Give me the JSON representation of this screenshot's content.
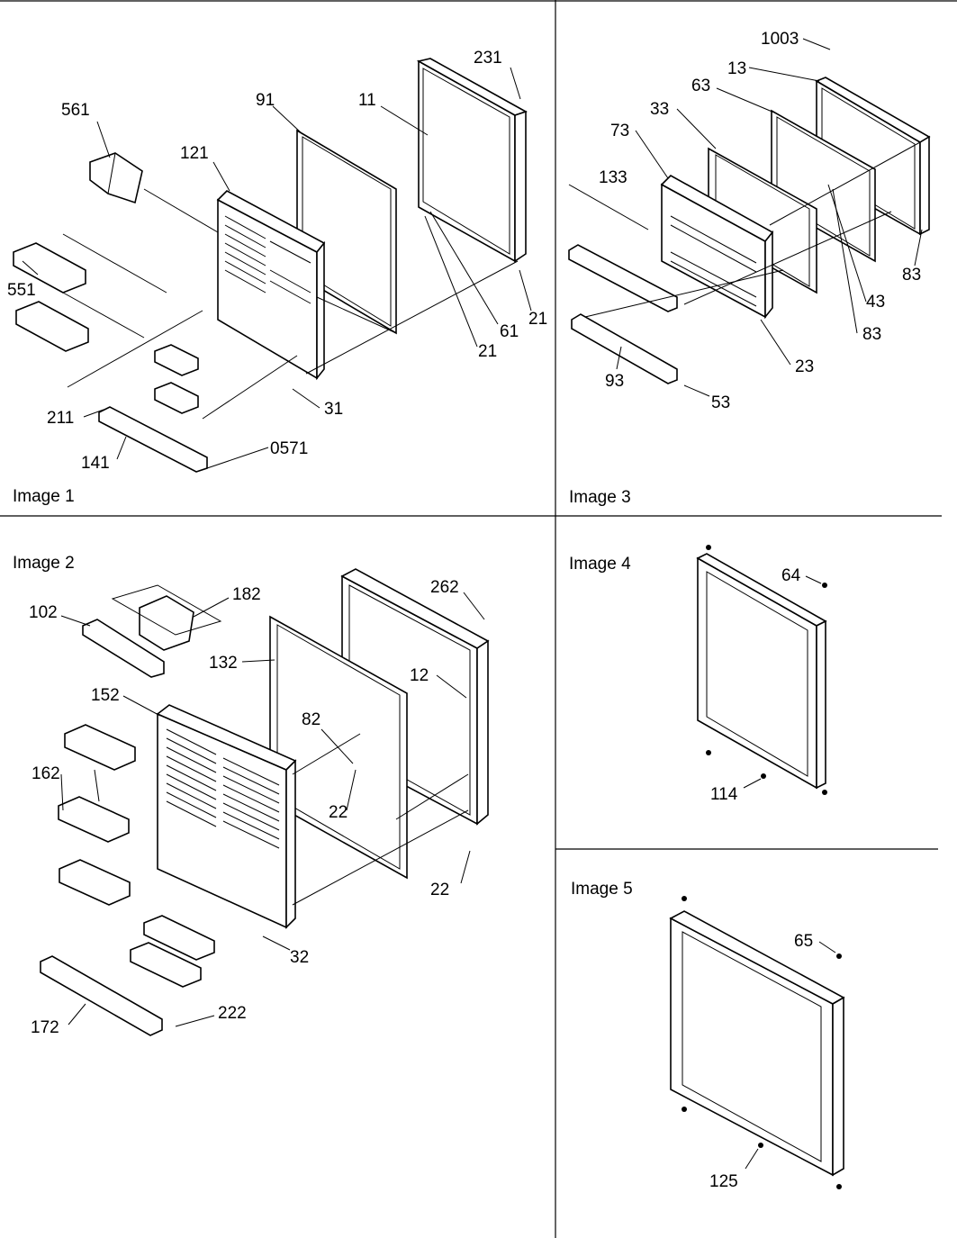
{
  "panels": [
    {
      "caption": "Image 1",
      "callouts": [
        "561",
        "121",
        "91",
        "11",
        "231",
        "551",
        "21",
        "61",
        "21",
        "31",
        "211",
        "141",
        "0571"
      ]
    },
    {
      "caption": "Image 2",
      "callouts": [
        "102",
        "182",
        "262",
        "132",
        "12",
        "152",
        "82",
        "162",
        "22",
        "22",
        "32",
        "172",
        "222"
      ]
    },
    {
      "caption": "Image 3",
      "callouts": [
        "1003",
        "13",
        "63",
        "33",
        "73",
        "133",
        "83",
        "43",
        "83",
        "23",
        "93",
        "53"
      ]
    },
    {
      "caption": "Image 4",
      "callouts": [
        "64",
        "114"
      ]
    },
    {
      "caption": "Image 5",
      "callouts": [
        "65",
        "125"
      ]
    }
  ]
}
